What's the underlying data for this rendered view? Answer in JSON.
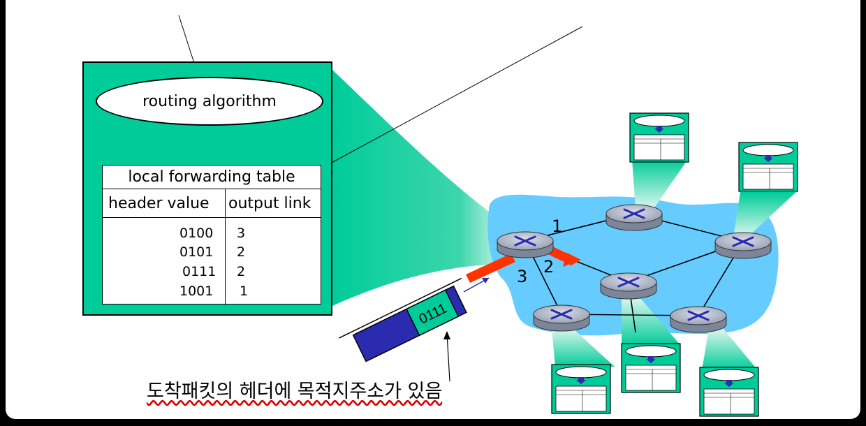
{
  "routing_box": {
    "algorithm_label": "routing algorithm"
  },
  "forwarding_table": {
    "title": "local forwarding table",
    "headers": [
      "header value",
      "output link"
    ],
    "rows": [
      {
        "header": "0100",
        "link": "3"
      },
      {
        "header": "0101",
        "link": "2"
      },
      {
        "header": "0111",
        "link": "2"
      },
      {
        "header": "1001",
        "link": "1"
      }
    ]
  },
  "packet": {
    "header_value": "0111"
  },
  "ports": [
    "1",
    "2",
    "3"
  ],
  "annotation": "도착패킷의 헤더에 목적지주소가 있음",
  "top_text_partial": "",
  "colors": {
    "box_green": "#00cc99",
    "network_blue": "#66ccff",
    "router_gray": "#aab0c0",
    "router_arrows": "#2b2bb0",
    "forward_arrow": "#ff3300",
    "packet_blue": "#2b2bb0"
  }
}
